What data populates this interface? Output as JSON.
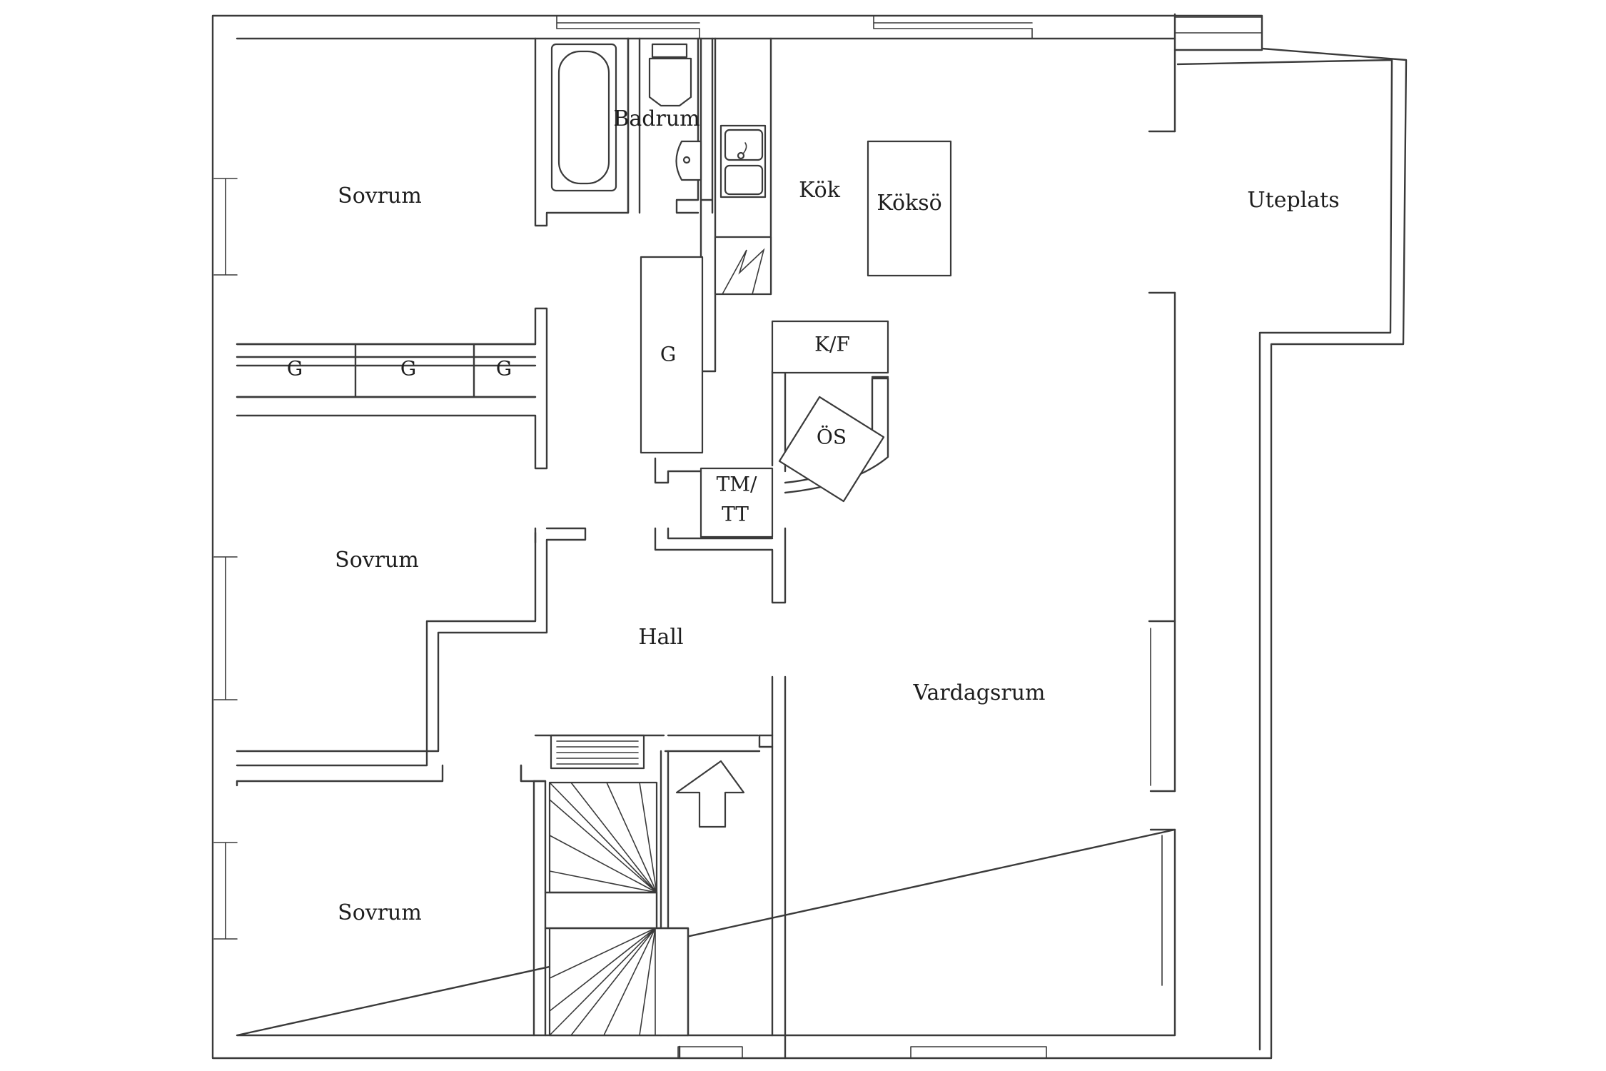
{
  "plan": {
    "rooms": {
      "sovrum_top": "Sovrum",
      "sovrum_mid": "Sovrum",
      "sovrum_bottom": "Sovrum",
      "badrum": "Badrum",
      "kok": "Kök",
      "koksö": "Köksö",
      "uteplats": "Uteplats",
      "hall": "Hall",
      "vardagsrum": "Vardagsrum"
    },
    "fixtures": {
      "garderob_1": "G",
      "garderob_2": "G",
      "garderob_3": "G",
      "garderob_hall": "G",
      "kyl_frys": "K/F",
      "oppen_spis": "ÖS",
      "tm_line1": "TM/",
      "tm_line2": "TT"
    }
  }
}
